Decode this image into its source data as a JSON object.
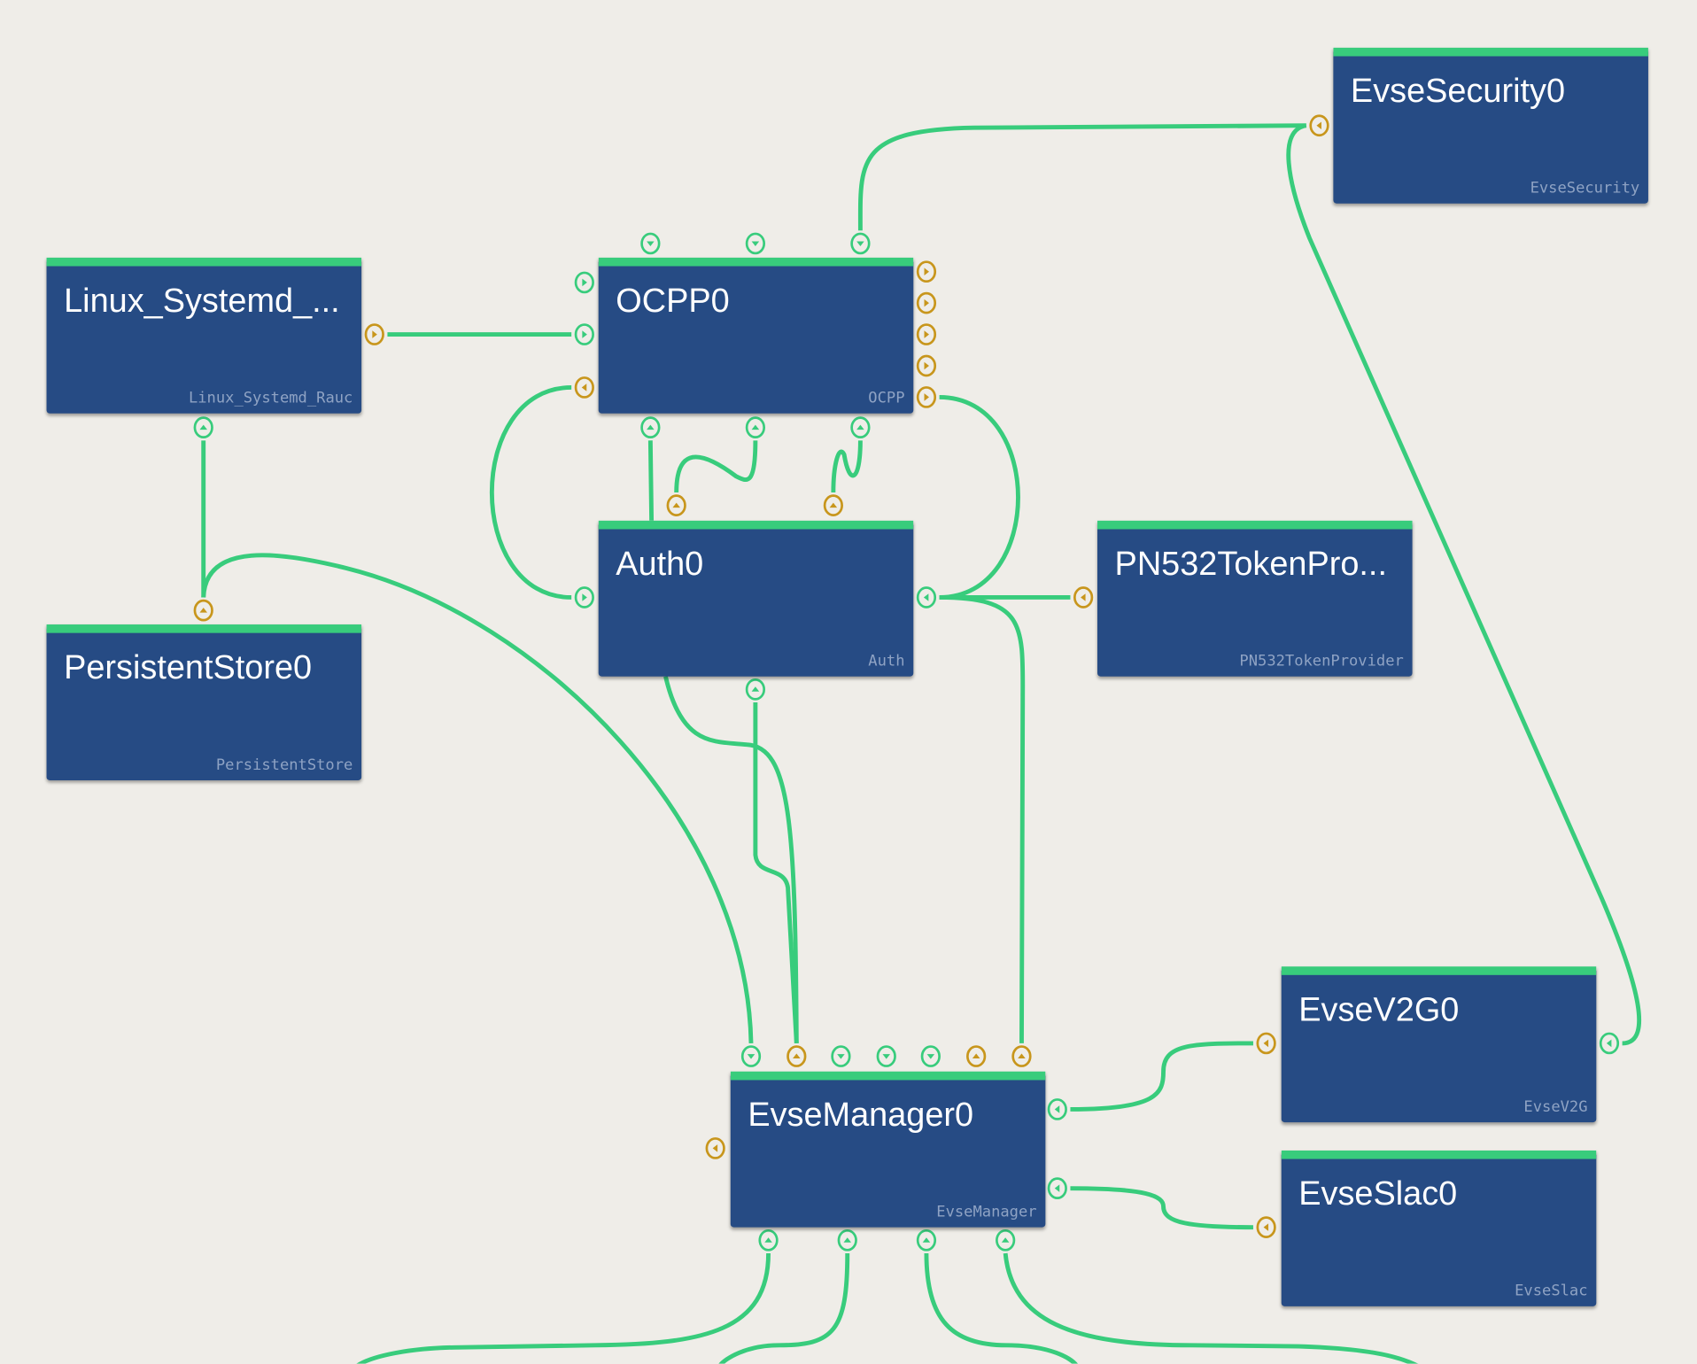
{
  "colors": {
    "background": "#efede8",
    "node": "#264b84",
    "connected": "#38cc7c",
    "required": "#c8961c"
  },
  "nodes": {
    "evse_security": {
      "title": "EvseSecurity0",
      "type": "EvseSecurity"
    },
    "linux": {
      "title": "Linux_Systemd_...",
      "type": "Linux_Systemd_Rauc"
    },
    "ocpp": {
      "title": "OCPP0",
      "type": "OCPP"
    },
    "auth": {
      "title": "Auth0",
      "type": "Auth"
    },
    "pn532": {
      "title": "PN532TokenPro...",
      "type": "PN532TokenProvider"
    },
    "persistent": {
      "title": "PersistentStore0",
      "type": "PersistentStore"
    },
    "evse_manager": {
      "title": "EvseManager0",
      "type": "EvseManager"
    },
    "evse_v2g": {
      "title": "EvseV2G0",
      "type": "EvseV2G"
    },
    "evse_slac": {
      "title": "EvseSlac0",
      "type": "EvseSlac"
    }
  }
}
